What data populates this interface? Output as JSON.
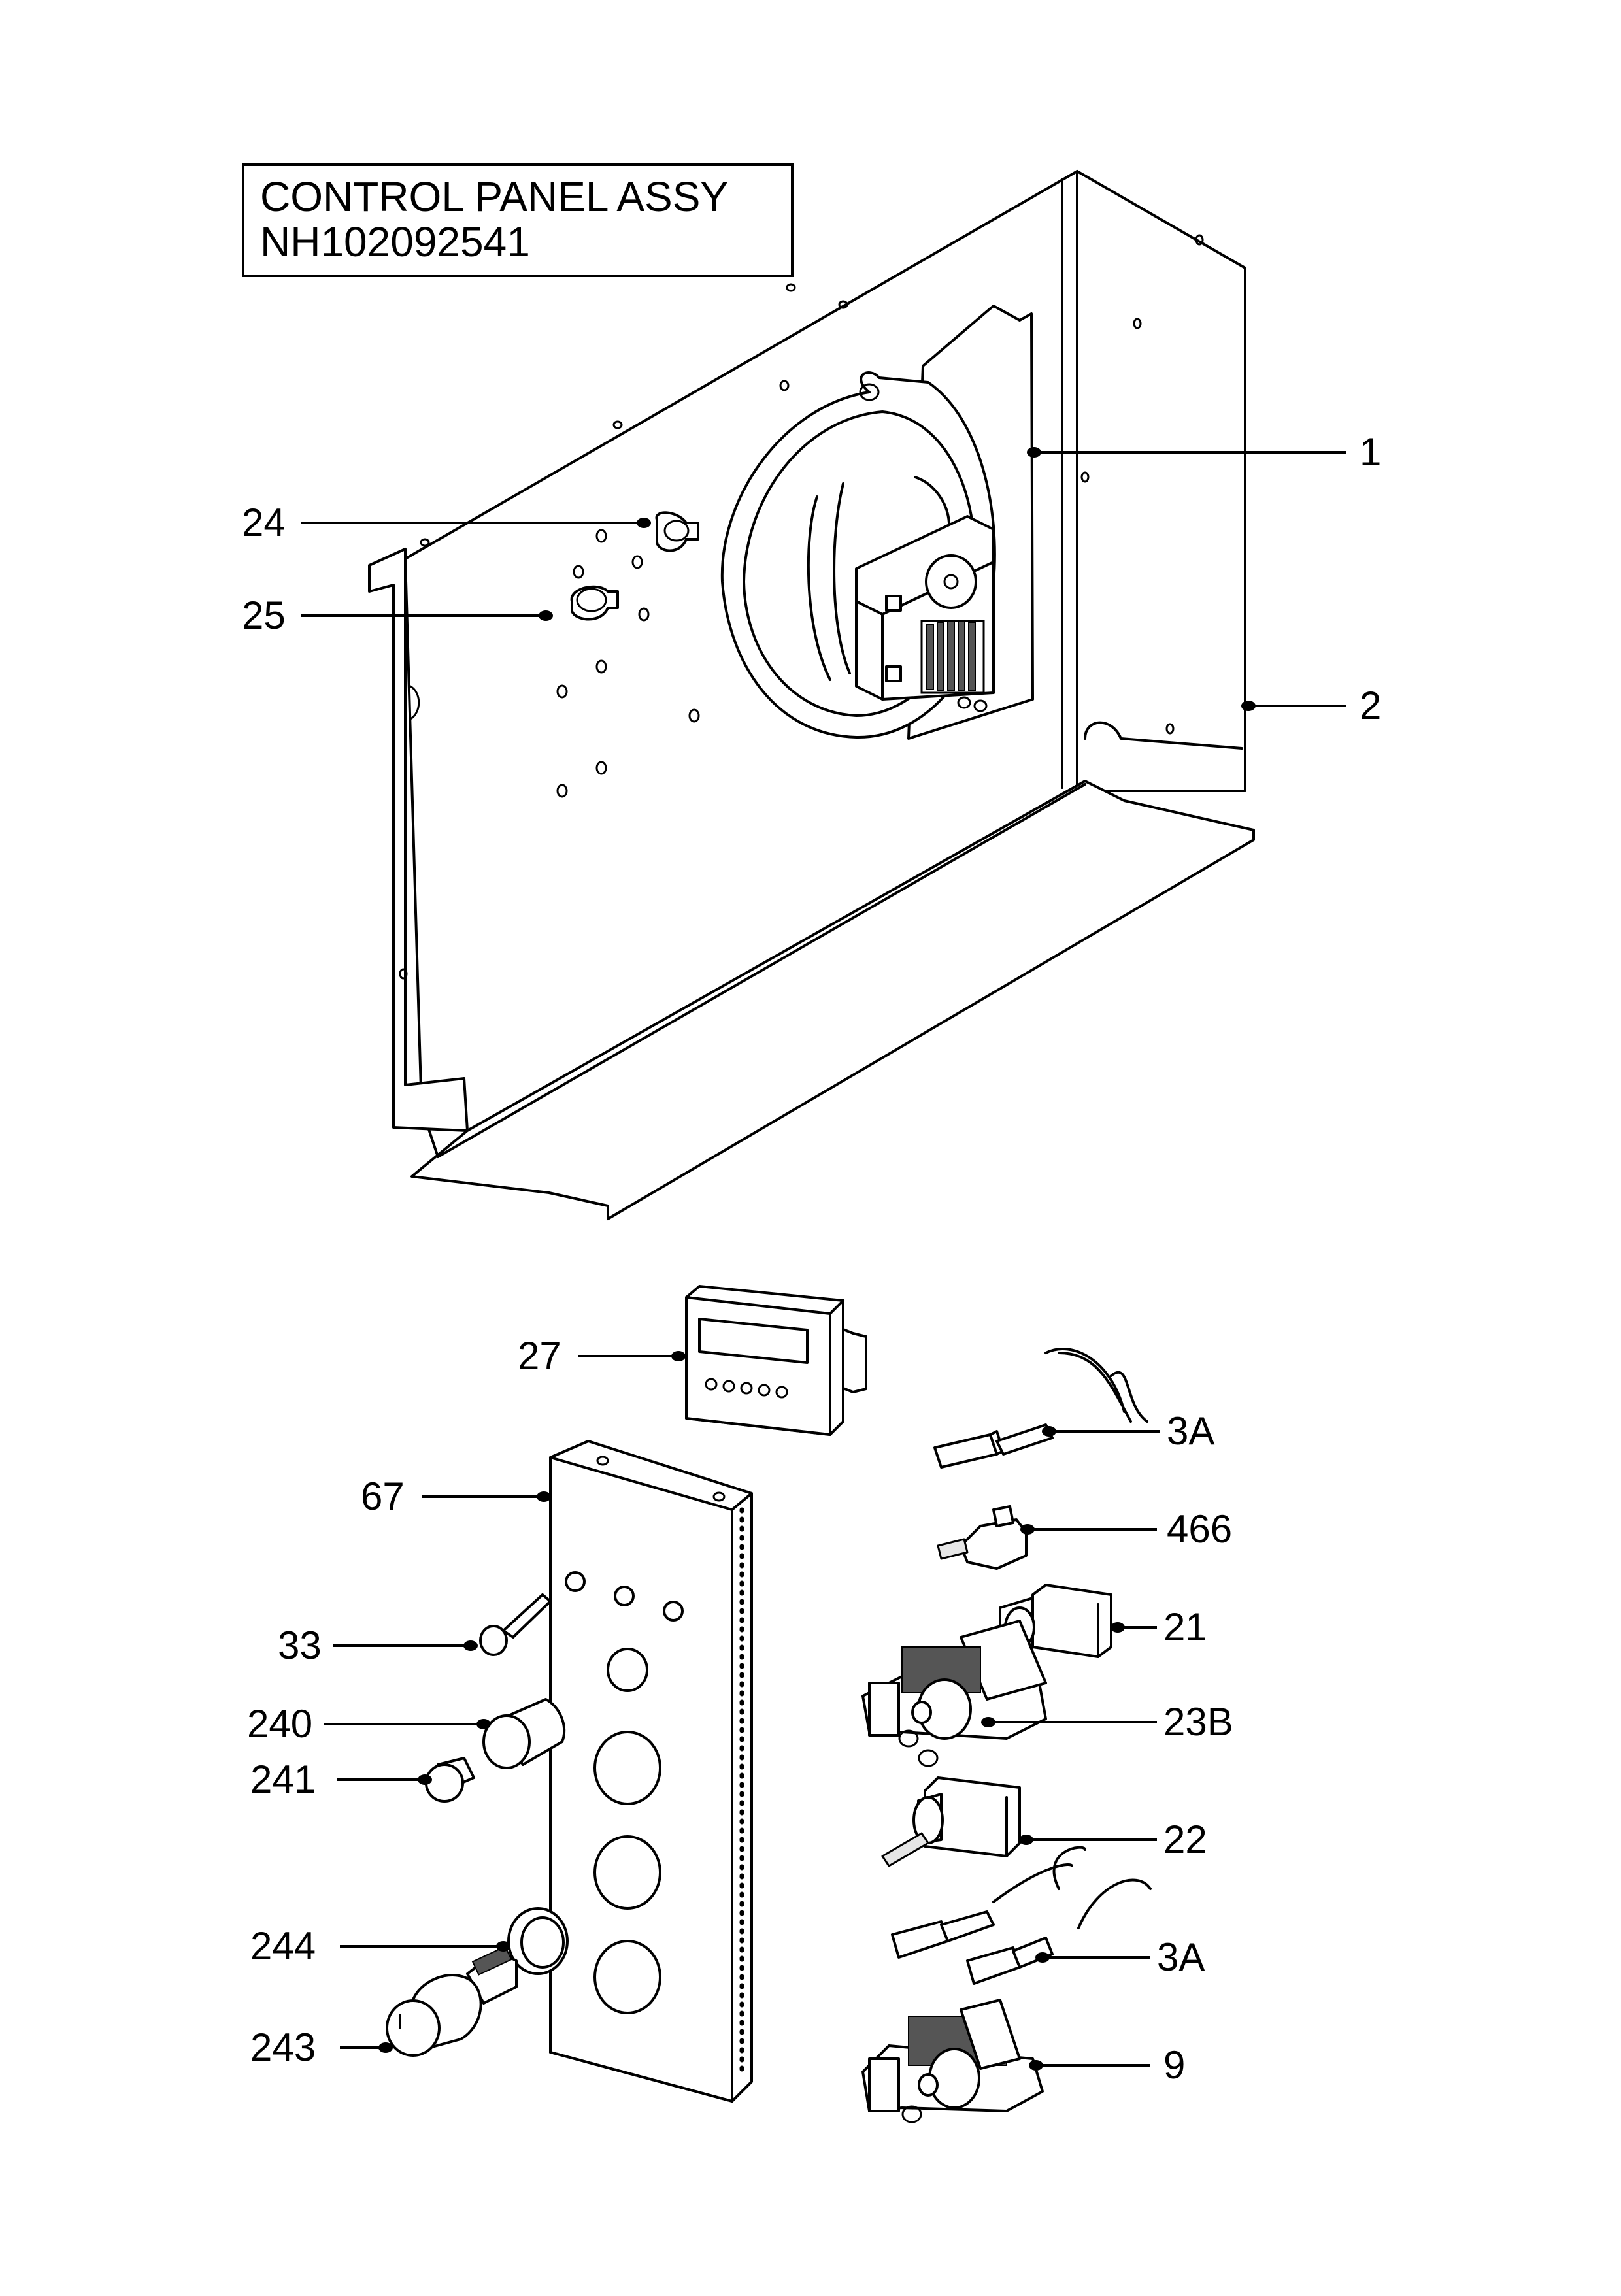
{
  "title_box": {
    "line1": "CONTROL PANEL ASSY",
    "line2": "NH102092541"
  },
  "callouts": [
    {
      "id": "c1",
      "label": "1"
    },
    {
      "id": "c2",
      "label": "2"
    },
    {
      "id": "c24",
      "label": "24"
    },
    {
      "id": "c25",
      "label": "25"
    },
    {
      "id": "c27",
      "label": "27"
    },
    {
      "id": "c3a_top",
      "label": "3A"
    },
    {
      "id": "c67",
      "label": "67"
    },
    {
      "id": "c466",
      "label": "466"
    },
    {
      "id": "c33",
      "label": "33"
    },
    {
      "id": "c21",
      "label": "21"
    },
    {
      "id": "c240",
      "label": "240"
    },
    {
      "id": "c23b",
      "label": "23B"
    },
    {
      "id": "c241",
      "label": "241"
    },
    {
      "id": "c22",
      "label": "22"
    },
    {
      "id": "c244",
      "label": "244"
    },
    {
      "id": "c3a_bottom",
      "label": "3A"
    },
    {
      "id": "c243",
      "label": "243"
    },
    {
      "id": "c9",
      "label": "9"
    }
  ]
}
